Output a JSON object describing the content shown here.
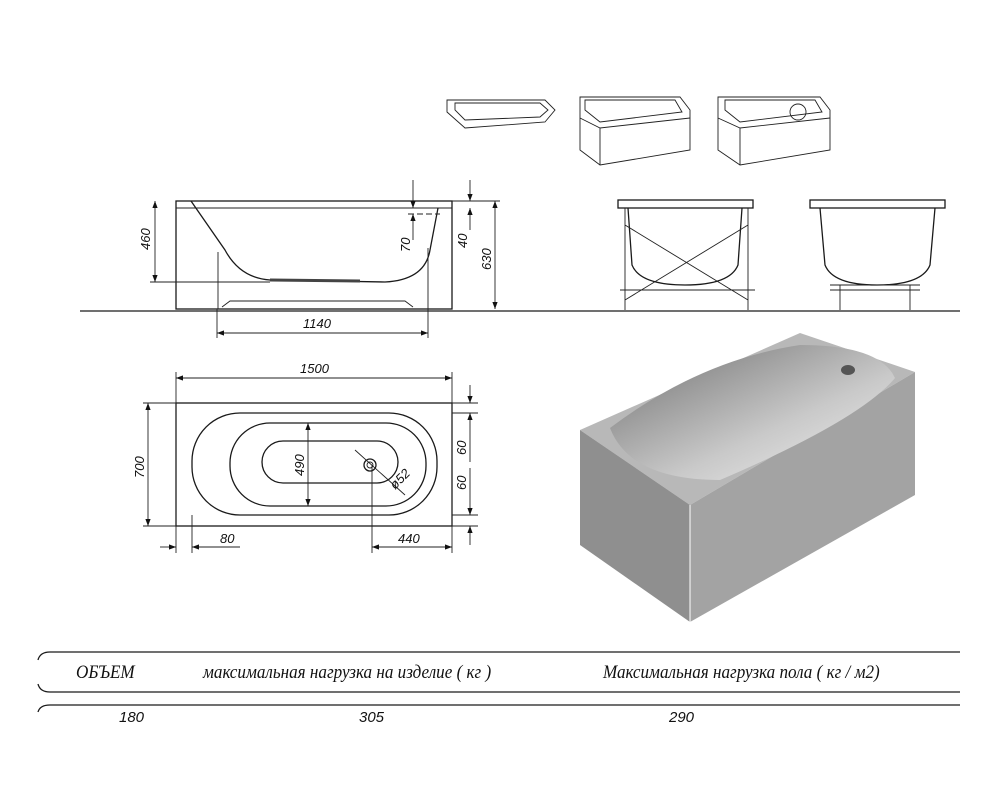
{
  "side_view": {
    "dims": {
      "height_inner": "460",
      "overflow": "70",
      "rim": "40",
      "total_height": "630",
      "bottom_length": "1140"
    }
  },
  "plan_view": {
    "dims": {
      "length": "1500",
      "width": "700",
      "inner_width": "490",
      "drain_diameter": "ø52",
      "offset_top": "60",
      "offset_bottom": "60",
      "edge": "80",
      "drain_offset": "440"
    }
  },
  "specs_table": {
    "headers": [
      "ОБЪЕМ",
      "максимальная нагрузка на изделие ( кг )",
      "Максимальная нагрузка пола ( кг / м2)"
    ],
    "values": [
      "180",
      "305",
      "290"
    ]
  },
  "colors": {
    "line": "#1a1a1a",
    "render_gray": "#9a9a9a"
  }
}
